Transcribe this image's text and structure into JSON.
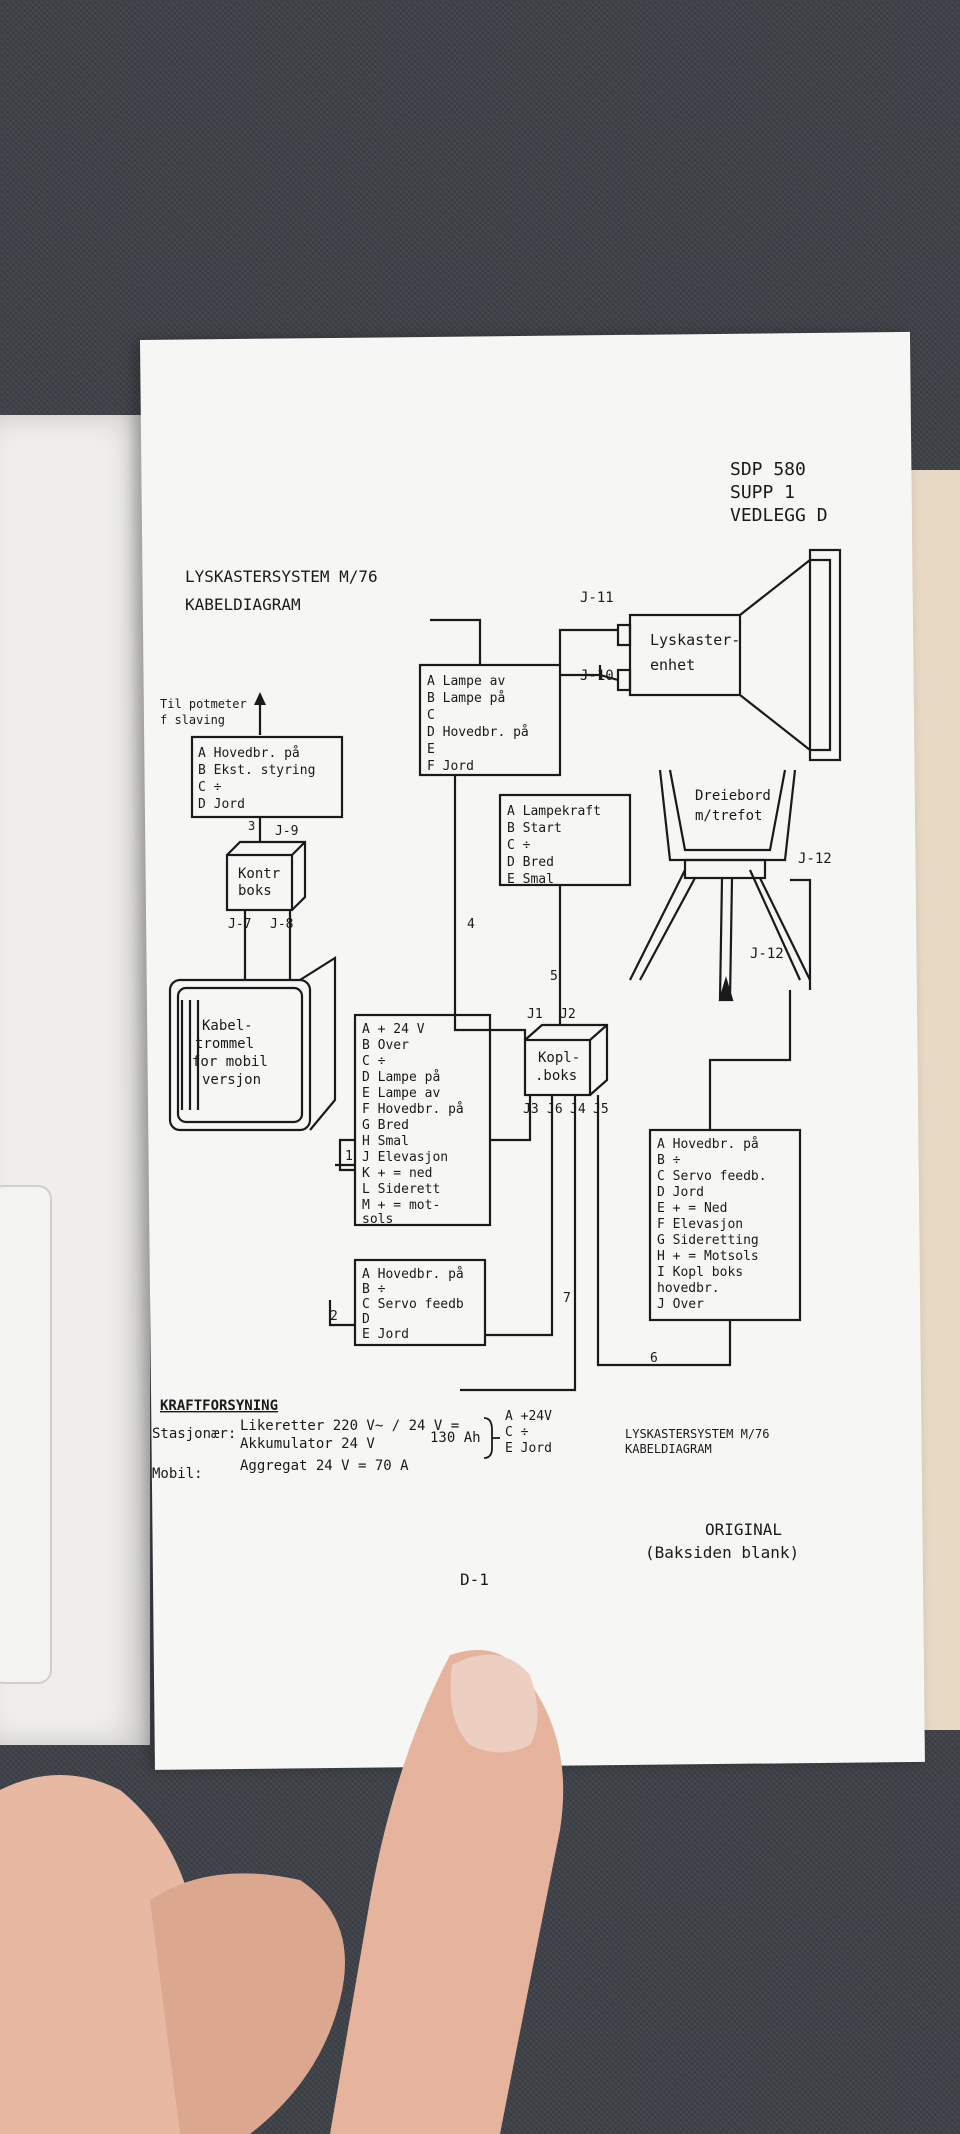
{
  "header": {
    "doc_id": "SDP 580",
    "supp": "SUPP 1",
    "appendix": "VEDLEGG D",
    "title_line1": "LYSKASTERSYSTEM M/76",
    "title_line2": "KABELDIAGRAM"
  },
  "labels": {
    "potmeter_1": "Til potmeter",
    "potmeter_2": "f slaving",
    "lyskaster_1": "Lyskaster-",
    "lyskaster_2": "enhet",
    "dreiebord_1": "Dreiebord",
    "dreiebord_2": "m/trefot",
    "kontr_1": "Kontr",
    "kontr_2": "boks",
    "kabel_1": "Kabel-",
    "kabel_2": "trommel",
    "kabel_3": "for mobil",
    "kabel_4": "versjon",
    "kopl_1": "Kopl-",
    "kopl_2": ".boks"
  },
  "connectors": {
    "j11": "J-11",
    "j10": "J-10",
    "j9": "J-9",
    "j7": "J-7",
    "j8": "J-8",
    "j12a": "J-12",
    "j12b": "J-12",
    "j1": "J1",
    "j2": "J2",
    "j3": "J3",
    "j6": "J6",
    "j4": "J4",
    "j5": "J5"
  },
  "cables": {
    "c1": "1",
    "c2": "2",
    "c3": "3",
    "c4": "4",
    "c5": "5",
    "c6": "6",
    "c7": "7"
  },
  "boxes": {
    "kontr_pins": [
      "A Hovedbr. på",
      "B Ekst. styring",
      "C ÷",
      "D Jord"
    ],
    "lampe_pins": [
      "A Lampe av",
      "B Lampe på",
      "C",
      "D Hovedbr. på",
      "E",
      "F Jord"
    ],
    "lampekraft_pins": [
      "A Lampekraft",
      "B Start",
      "C ÷",
      "D Bred",
      "E Smal"
    ],
    "kabel_pins": [
      "A + 24 V",
      "B Over",
      "C ÷",
      "D Lampe på",
      "E Lampe av",
      "F Hovedbr. på",
      "G Bred",
      "H Smal",
      "J Elevasjon",
      "K + = ned",
      "L Siderett",
      "M + = mot-",
      "   sols"
    ],
    "servo_pins": [
      "A Hovedbr. på",
      "B ÷",
      "C Servo feedb",
      "D",
      "E Jord"
    ],
    "dreiebord_pins": [
      "A Hovedbr. på",
      "B ÷",
      "C Servo feedb.",
      "D Jord",
      "E + = Ned",
      "F Elevasjon",
      "G Sideretting",
      "H + = Motsols",
      "I Kopl boks",
      "   hovedbr.",
      "J Over"
    ]
  },
  "power": {
    "heading": "KRAFTFORSYNING",
    "stationary_label": "Stasjonær:",
    "stationary_1": "Likeretter 220 V~ / 24 V =",
    "stationary_2": "Akkumulator 24 V",
    "stationary_2b": "130 Ah",
    "mobile_label": "Mobil:",
    "mobile_1": "Aggregat 24 V = 70 A",
    "out_a": "A +24V",
    "out_c": "C ÷",
    "out_e": "E Jord"
  },
  "footer": {
    "caption_1": "LYSKASTERSYSTEM M/76",
    "caption_2": "KABELDIAGRAM",
    "original": "ORIGINAL",
    "backside": "(Baksiden blank)",
    "page_no": "D-1"
  }
}
